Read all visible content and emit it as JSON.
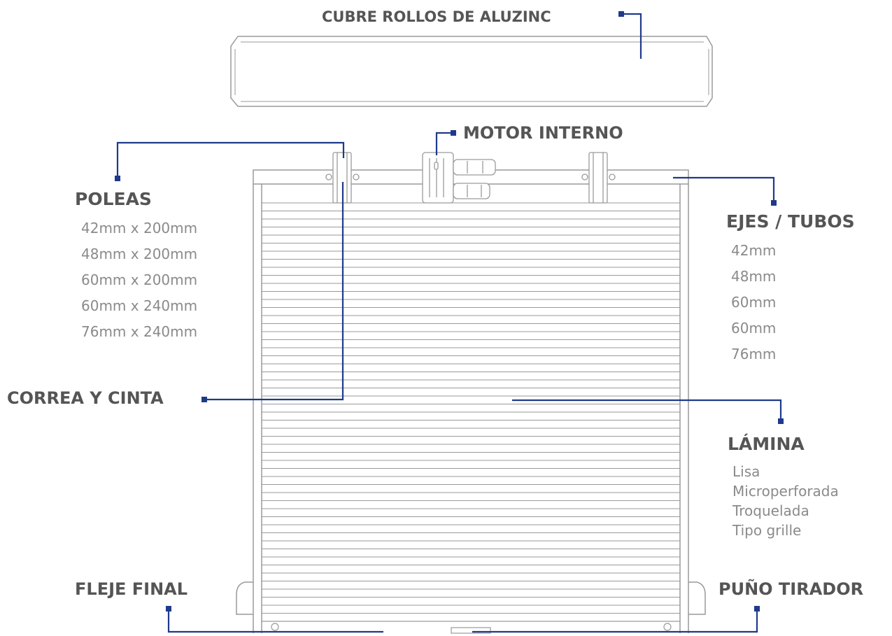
{
  "title": "CUBRE ROLLOS DE ALUZINC",
  "labels": {
    "motor": "MOTOR INTERNO",
    "poleas": "POLEAS",
    "ejes": "EJES / TUBOS",
    "correa": "CORREA Y CINTA",
    "lamina": "LÁMINA",
    "fleje": "FLEJE FINAL",
    "puno": "PUÑO TIRADOR"
  },
  "poleas_sizes": [
    "42mm x 200mm",
    "48mm x 200mm",
    "60mm x 200mm",
    "60mm x 240mm",
    "76mm x 240mm"
  ],
  "ejes_sizes": [
    "42mm",
    "48mm",
    "60mm",
    "60mm",
    "76mm"
  ],
  "lamina_types": [
    "Lisa",
    "Microperforada",
    "Troquelada",
    "Tipo grille"
  ],
  "colors": {
    "leader": "#1f3a8a",
    "label": "#555555",
    "spec": "#8a8a8a",
    "outline": "#9a9a9a"
  }
}
